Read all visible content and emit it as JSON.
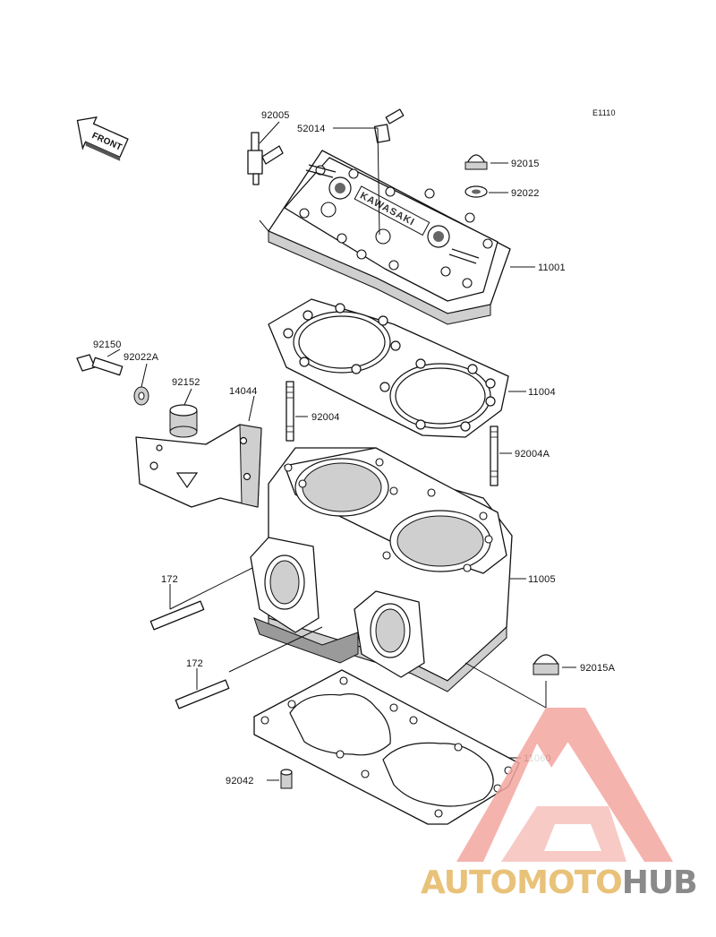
{
  "diagram": {
    "code": "E1110",
    "front_label": "FRONT",
    "parts": {
      "p92005": "92005",
      "p52014": "52014",
      "p92015": "92015",
      "p92022": "92022",
      "p11001": "11001",
      "p92150": "92150",
      "p92022A": "92022A",
      "p92152": "92152",
      "p14044": "14044",
      "p11004": "11004",
      "p92004": "92004",
      "p92004A": "92004A",
      "p11005": "11005",
      "p172a": "172",
      "p172b": "172",
      "p92015A": "92015A",
      "p11060": "11060",
      "p92042": "92042"
    },
    "head_emboss": "KAWASAKI"
  },
  "watermark": {
    "text_part1": "AUTOMOTO",
    "text_part2": "HUB",
    "color_main": "#f4a6a0",
    "color_accent": "#e9c27a",
    "color_hub": "#8a8a8a"
  }
}
